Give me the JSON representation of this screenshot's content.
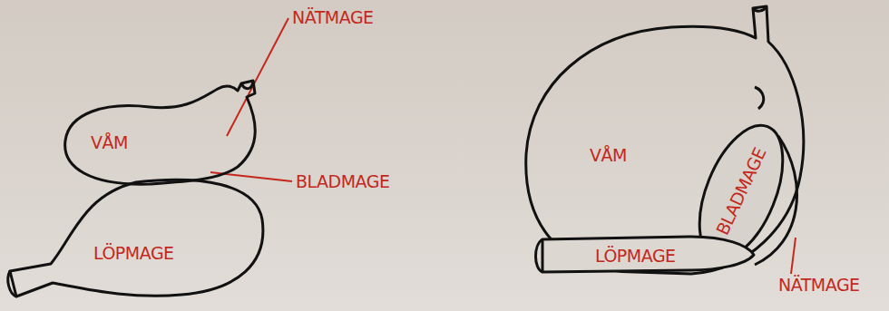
{
  "diagram": {
    "nodes": [
      {
        "text": [
          "VÅM"
        ]
      },
      {
        "text": [
          "LÖPMAGE"
        ]
      },
      {
        "text": [
          "VÅM"
        ]
      },
      {
        "text": [
          "BLADMAGE"
        ]
      },
      {
        "text": [
          "LÖPMAGE"
        ]
      }
    ],
    "labels": [
      "NÄTMAGE",
      "BLADMAGE",
      "NÄTMAGE"
    ]
  }
}
